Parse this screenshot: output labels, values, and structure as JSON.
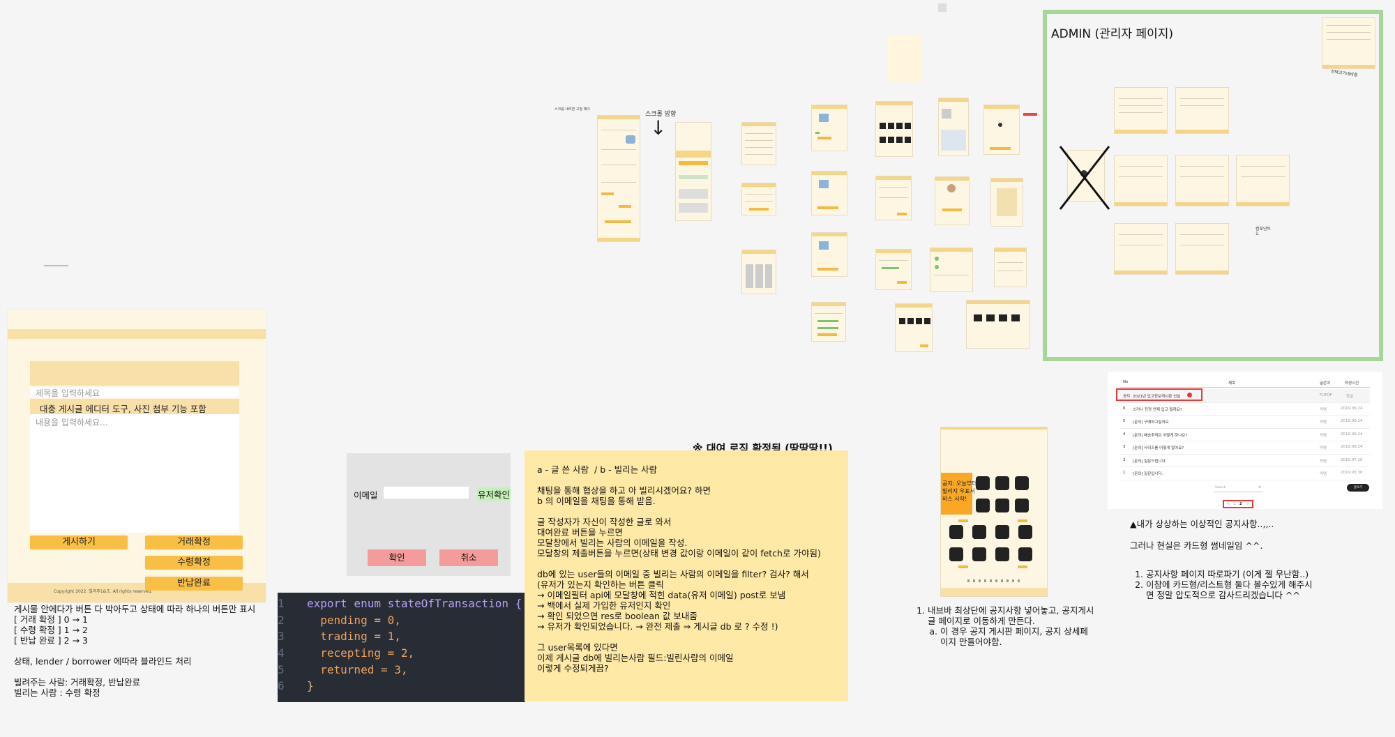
{
  "canvas": {
    "background": "#f5f5f5"
  },
  "admin": {
    "title": "ADMIN (관리자 페이지)",
    "border_color": "#a8d59a"
  },
  "scroll_label": "스크롤 방향",
  "scroll_note": "스크롤 내려면 고정 헤더",
  "editor": {
    "title_placeholder": "제목을 입력하세요",
    "toolbar_note": "대충 게시글 에디터 도구, 사진 첨부 기능 포함",
    "content_placeholder": "내용을 입력하세요...",
    "post_button": "게시하기",
    "btn_trade": "거래확정",
    "btn_receive": "수령확정",
    "btn_return": "반납완료",
    "copyright": "Copyright 2022. 빌려주1&조. All rights reserved."
  },
  "left_note": "게시물 안에다가 버튼 다 박아두고 상태에 따라 하나의 버튼만 표시\n[ 거래 확정 ] 0 → 1\n[ 수령 확정 ] 1 → 2\n[ 반납 완료 ] 2 → 3\n\n상태, lender / borrower 에따라 블라인드 처리\n\n빌려주는 사람: 거래확정, 반납완료\n빌리는 사람 : 수령 확정",
  "modal": {
    "email_label": "이메일",
    "email_value": "",
    "check_user": "유저확인",
    "confirm": "확인",
    "cancel": "취소"
  },
  "code": {
    "lines": [
      {
        "n": "1",
        "text": "export enum stateOfTransaction {"
      },
      {
        "n": "2",
        "text": "  pending = 0,"
      },
      {
        "n": "3",
        "text": "  trading = 1,"
      },
      {
        "n": "4",
        "text": "  recepting = 2,"
      },
      {
        "n": "5",
        "text": "  returned = 3,"
      },
      {
        "n": "6",
        "text": "}"
      }
    ]
  },
  "rental": {
    "heading": "※ 대여 로직 확정됨 (땅땅땅!!)",
    "body": "a - 글 쓴 사람  / b - 빌리는 사람\n\n채팅을 통해 협상을 하고 아 빌리시겠어요? 하면\nb 의 이메일을 채팅을 통해 받음.\n\n글 작성자가 자신이 작성한 글로 와서\n대여완료 버튼을 누르면\n모달창에서 빌리는 사람의 이메일을 작성.\n모달창의 제출버튼을 누르면(상태 변경 값이랑 이메일이 같이 fetch로 가야됨)\n\ndb에 있는 user들의 이메일 중 빌리는 사람의 이메일을 filter? 검사? 해서\n(유저가 있는지 확인하는 버튼 클릭\n→ 이메일필터 api에 모달창에 적힌 data(유저 이메일) post로 보냄\n→ 백에서 실제 가입한 유저인지 확인\n→ 확인 되었으면 res로 boolean 값 보내줌\n→ 유저가 확인되었습니다. → 완전 제출 ⇒ 게시글 db 로 ? 수정 !)\n\n그 user목록에 있다면\n이제 게시글 db에 빌리는사람 필드:빌린사람의 이메일\n이렇게 수정되게끔?"
  },
  "notice_phone": {
    "banner": "공지: 오늘부터\n빌리지 우표서\n비스 시작!"
  },
  "notice_note": {
    "items": [
      "내브바 최상단에 공지사항 넣어놓고, 공지게시글 페이지로 이동하게 만든다."
    ],
    "subitems": [
      "이 경우 공지 게시판 페이지, 공지 상세페이지 만들어야함."
    ]
  },
  "notice_table": {
    "headers": [
      "No",
      "제목",
      "글쓴이",
      "작성시간"
    ],
    "rows": [
      {
        "no": "공지",
        "title": "2021년 입고정보게시판 신설",
        "author": "FUFOF",
        "date": "한글"
      },
      {
        "no": "6",
        "title": "스커니 진정 언제 입고 될까요?",
        "author": "익명",
        "date": "2019.09.24"
      },
      {
        "no": "5",
        "title": "[문의] 구매하고싶어요",
        "author": "익명",
        "date": "2019.09.24"
      },
      {
        "no": "4",
        "title": "[문의] 배송추적은 어떻게 하나요?",
        "author": "익명",
        "date": "2019.09.24"
      },
      {
        "no": "3",
        "title": "[문의] 사이즈를 어떻게 알아요?",
        "author": "익명",
        "date": "2019.09.24"
      },
      {
        "no": "2",
        "title": "[문의] 질문드립니다.",
        "author": "익명",
        "date": "2019.07.18"
      },
      {
        "no": "1",
        "title": "[문의] 질문입니다.",
        "author": "익명",
        "date": "2019.03.30"
      }
    ],
    "search_placeholder": "Search",
    "write_button": "글쓰기",
    "pages": [
      "<",
      "1",
      "2",
      ">"
    ]
  },
  "ideal_note": {
    "line1": "▲내가 상상하는 이상적인 공지사항..,,..",
    "line2": "그러나 현실은 카드형 썸네일임 ^^.",
    "items": [
      "공지사항 페이지 따로파기 (이게 젤 무난함..)",
      "이참에 카드형/리스트형 둘다 볼수있게 해주시면 정말 압도적으로 감사드리겠습니다 ^^"
    ]
  },
  "admin_note": "컴포넌트\n1.",
  "admin_arrow_note": "선택크기대비중"
}
